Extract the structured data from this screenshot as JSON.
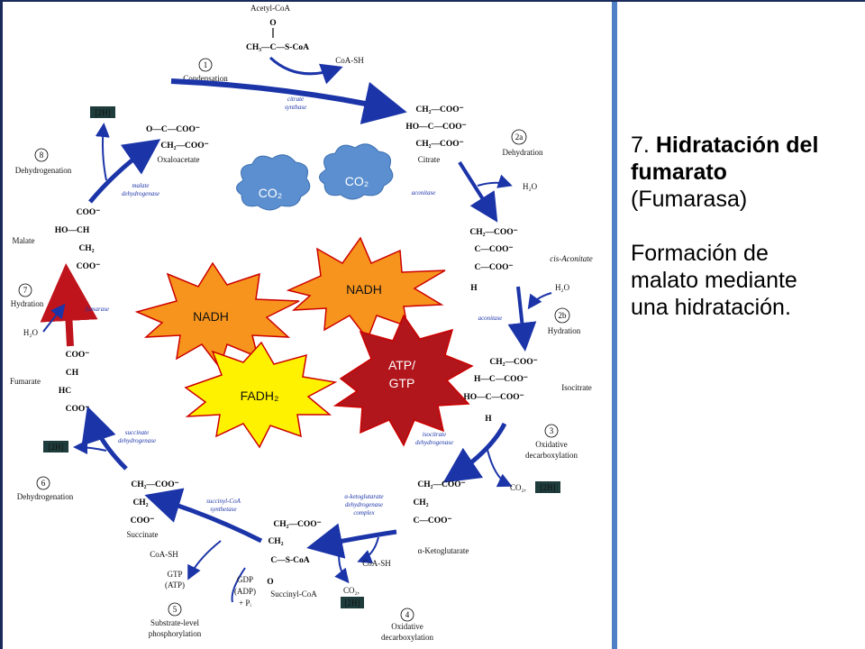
{
  "text_panel": {
    "step_number": "7.",
    "title_bold_1": "Hidratación del",
    "title_bold_2": "fumarato",
    "enzyme": "(Fumarasa)",
    "desc_1": "Formación de",
    "desc_2": "malato mediante",
    "desc_3": "una hidratación."
  },
  "diagram": {
    "acetyl_coa": "Acetyl-CoA",
    "acetyl_struct": "CH₃—C—S-CoA",
    "coa_sh_top": "CoA-SH",
    "step1_num": "1",
    "step1_name": "Condensation",
    "citrate_synthase_1": "citrate",
    "citrate_synthase_2": "synthase",
    "oxalo_struct_1": "O—C—COO⁻",
    "oxalo_struct_2": "CH₂—COO⁻",
    "oxaloacetate": "Oxaloacetate",
    "citrate_s1": "CH₂—COO⁻",
    "citrate_s2": "HO—C—COO⁻",
    "citrate_s3": "CH₂—COO⁻",
    "citrate": "Citrate",
    "step2a_num": "2a",
    "dehydration": "Dehydration",
    "h2o_2a": "H₂O",
    "aconitase_1": "aconitase",
    "cis_s1": "CH₂—COO⁻",
    "cis_s2": "C—COO⁻",
    "cis_s3": "C—COO⁻",
    "cis_s4": "H",
    "cis_aconitate": "cis-Aconitate",
    "h2o_2b": "H₂O",
    "aconitase_2": "aconitase",
    "step2b_num": "2b",
    "hydration_2b": "Hydration",
    "iso_s1": "CH₂—COO⁻",
    "iso_s2": "H—C—COO⁻",
    "iso_s3": "HO—C—COO⁻",
    "iso_s4": "H",
    "isocitrate": "Isocitrate",
    "step3_num": "3",
    "oxidative_1": "Oxidative",
    "decarboxylation_1": "decarboxylation",
    "idh_1": "isocitrate",
    "idh_2": "dehydrogenase",
    "co2_3": "CO₂,",
    "h2_3": "[2H]",
    "akg_s1": "CH₂—COO⁻",
    "akg_s2": "CH₂",
    "akg_s3": "C—COO⁻",
    "akg_name": "α-Ketoglutarate",
    "akgdh_1": "α-ketoglutarate",
    "akgdh_2": "dehydrogenase",
    "akgdh_3": "complex",
    "coa_sh_4": "CoA-SH",
    "co2_4": "CO₂,",
    "h2_4": "[2H]",
    "step4_num": "4",
    "oxidative_2": "Oxidative",
    "decarboxylation_2": "decarboxylation",
    "succoa_s1": "CH₂—COO⁻",
    "succoa_s2": "CH₂",
    "succoa_s3": "C—S-CoA",
    "succinyl_coa": "Succinyl-CoA",
    "gdp": "GDP",
    "adp": "(ADP)",
    "pi": "+ Pᵢ",
    "scs_1": "succinyl-CoA",
    "scs_2": "synthetase",
    "coa_sh_5": "CoA-SH",
    "gtp": "GTP",
    "atp": "(ATP)",
    "step5_num": "5",
    "substrate_1": "Substrate-level",
    "substrate_2": "phosphorylation",
    "succ_s1": "CH₂—COO⁻",
    "succ_s2": "CH₂",
    "succ_s3": "COO⁻",
    "succinate": "Succinate",
    "sdh_1": "succinate",
    "sdh_2": "dehydrogenase",
    "step6_num": "6",
    "dehydrogenation_6": "Dehydrogenation",
    "h2_6": "[2H]",
    "fum_s1": "COO⁻",
    "fum_s2": "CH",
    "fum_s3": "HC",
    "fum_s4": "COO⁻",
    "fumarate": "Fumarate",
    "h2o_7": "H₂O",
    "fumarase": "fumarase",
    "step7_num": "7",
    "hydration_7": "Hydration",
    "mal_s1": "COO⁻",
    "mal_s2": "HO—CH",
    "mal_s3": "CH₂",
    "mal_s4": "COO⁻",
    "malate": "Malate",
    "mdh_1": "malate",
    "mdh_2": "dehydrogenase",
    "step8_num": "8",
    "dehydrogenation_8": "Dehydrogenation",
    "h2_8": "[2H]",
    "co2_cloud_1": "CO₂",
    "co2_cloud_2": "CO₂",
    "nadh_1": "NADH",
    "nadh_2": "NADH",
    "fadh2": "FADH₂",
    "atp_gtp_1": "ATP/",
    "atp_gtp_2": "GTP"
  },
  "colors": {
    "arrow_blue": "#1b34a8",
    "fumarase_red": "#c0141c",
    "cloud_blue": "#5b8fd0",
    "star_orange": "#f7941d",
    "star_yellow": "#fff200",
    "star_darkred": "#b0161c",
    "divider_blue": "#4f7fc4"
  }
}
